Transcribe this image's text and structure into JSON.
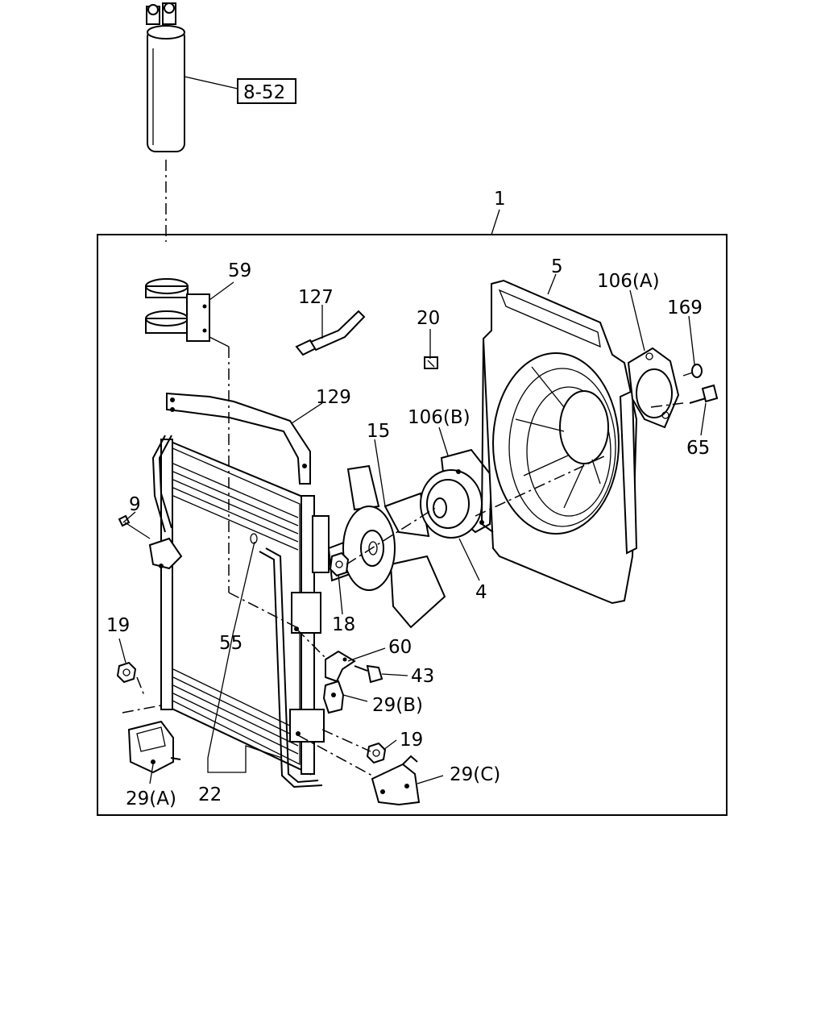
{
  "callouts": {
    "c_8_52": "8-52",
    "c_1": "1",
    "c_5": "5",
    "c_59": "59",
    "c_127": "127",
    "c_20": "20",
    "c_106a": "106(A)",
    "c_169": "169",
    "c_129": "129",
    "c_106b": "106(B)",
    "c_15": "15",
    "c_65": "65",
    "c_9": "9",
    "c_4": "4",
    "c_18": "18",
    "c_19a": "19",
    "c_55": "55",
    "c_60": "60",
    "c_43": "43",
    "c_29b": "29(B)",
    "c_19b": "19",
    "c_29c": "29(C)",
    "c_29a": "29(A)",
    "c_22": "22"
  }
}
